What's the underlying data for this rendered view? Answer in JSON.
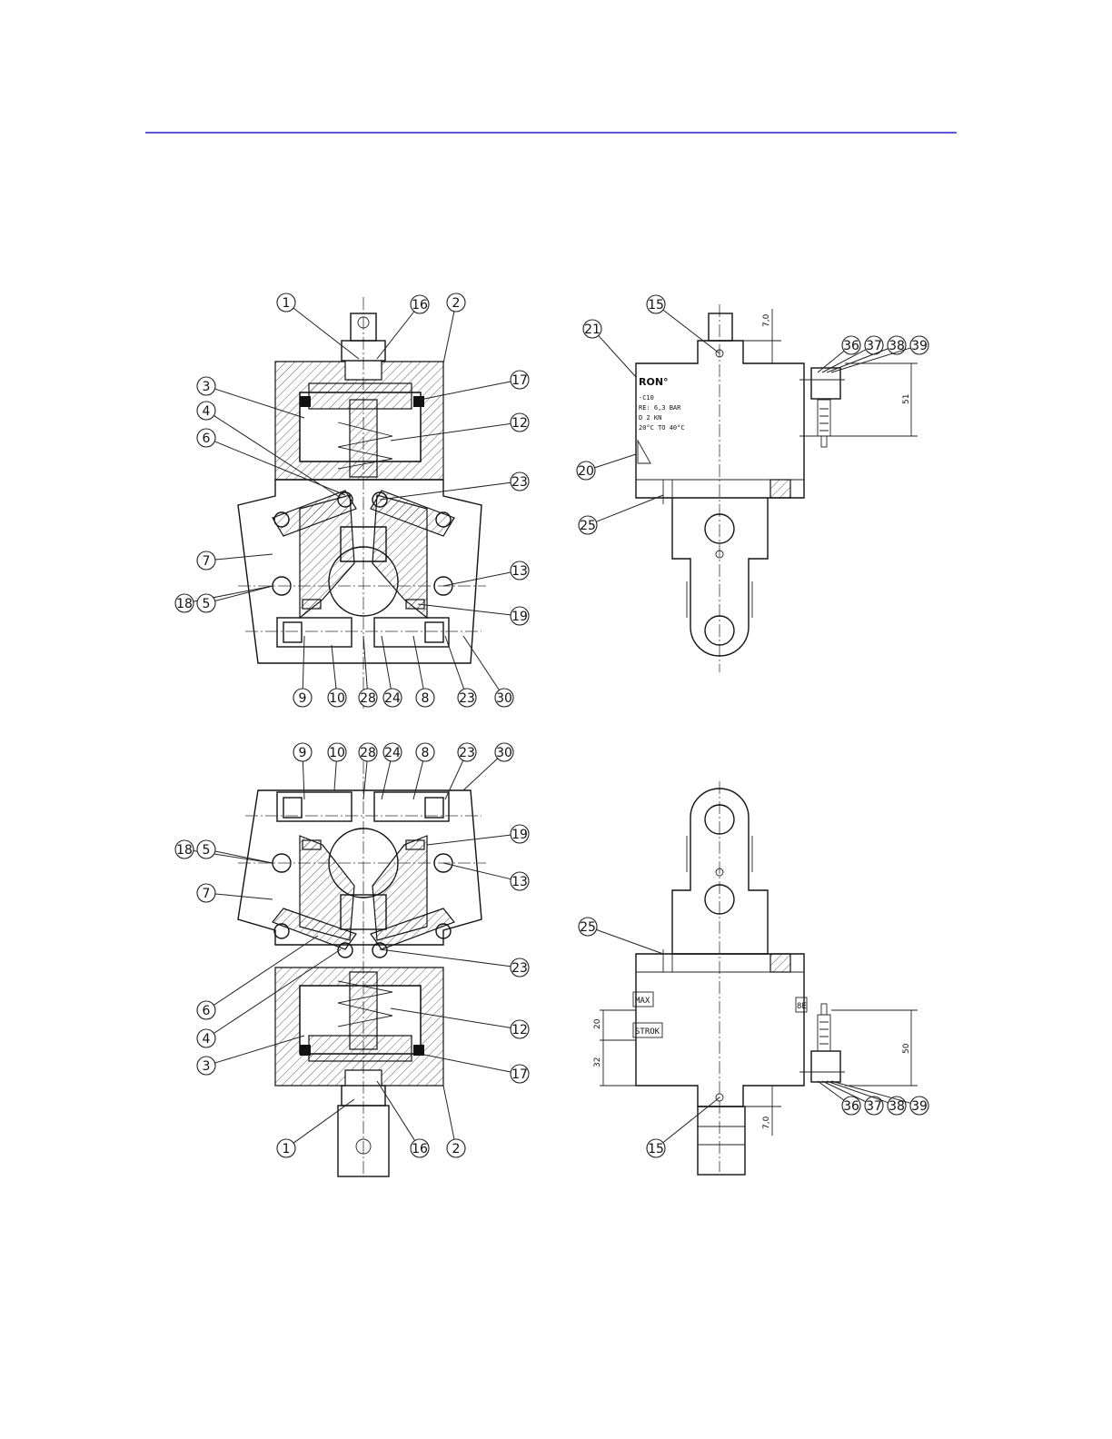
{
  "page": {
    "rule_color": "#5b5bd6"
  },
  "views": {
    "section_top": {
      "balloons": [
        "1",
        "16",
        "2",
        "3",
        "17",
        "4",
        "12",
        "6",
        "23",
        "7",
        "13",
        "18",
        "5",
        "19",
        "9",
        "10",
        "28",
        "24",
        "8",
        "23",
        "30"
      ]
    },
    "side_top": {
      "balloons": [
        "15",
        "21",
        "36",
        "37",
        "38",
        "39",
        "20",
        "25"
      ],
      "nameplate": {
        "brand": "RON°",
        "lines": [
          "-C10",
          "RE: 6,3 BAR",
          "D 2 KN",
          "20°C TO 40°C"
        ]
      },
      "dims": [
        "7,0",
        "51"
      ]
    },
    "section_bottom": {
      "balloons": [
        "9",
        "10",
        "28",
        "24",
        "8",
        "23",
        "30",
        "18",
        "5",
        "19",
        "7",
        "13",
        "6",
        "23",
        "4",
        "12",
        "3",
        "17",
        "1",
        "16",
        "2"
      ]
    },
    "side_bottom": {
      "balloons": [
        "25",
        "36",
        "37",
        "38",
        "39",
        "15"
      ],
      "tags": [
        "MAX",
        "STROK",
        "8E"
      ],
      "dims": [
        "20",
        "32",
        "50",
        "7,0"
      ]
    }
  }
}
